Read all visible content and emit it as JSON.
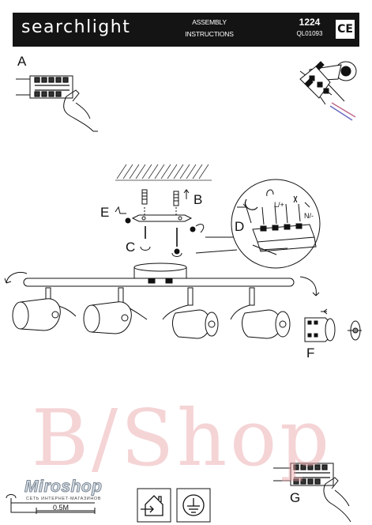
{
  "header": {
    "brand": "searchlight",
    "title_line1": "ASSEMBLY",
    "title_line2": "INSTRUCTIONS",
    "model_number": "1224",
    "model_code": "QL01093",
    "certification": "CE"
  },
  "steps": {
    "a": "A",
    "b": "B",
    "c": "C",
    "d": "D",
    "e": "E",
    "f": "F",
    "g": "G"
  },
  "wiring": {
    "live_label": "L/+",
    "neutral_label": "N/-"
  },
  "watermark": {
    "shop_text": "B/Shop",
    "miroshop_logo": "Miroshop",
    "miroshop_tagline": "СЕТЬ ИНТЕРНЕТ-МАГАЗИНОВ"
  },
  "footer": {
    "dimension": "0.5M"
  },
  "icons": [
    "house-icon",
    "earth-ground-icon",
    "ce-mark-icon"
  ],
  "colors": {
    "header_bg": "#141414",
    "watermark_pink": "#e8a0a5"
  }
}
